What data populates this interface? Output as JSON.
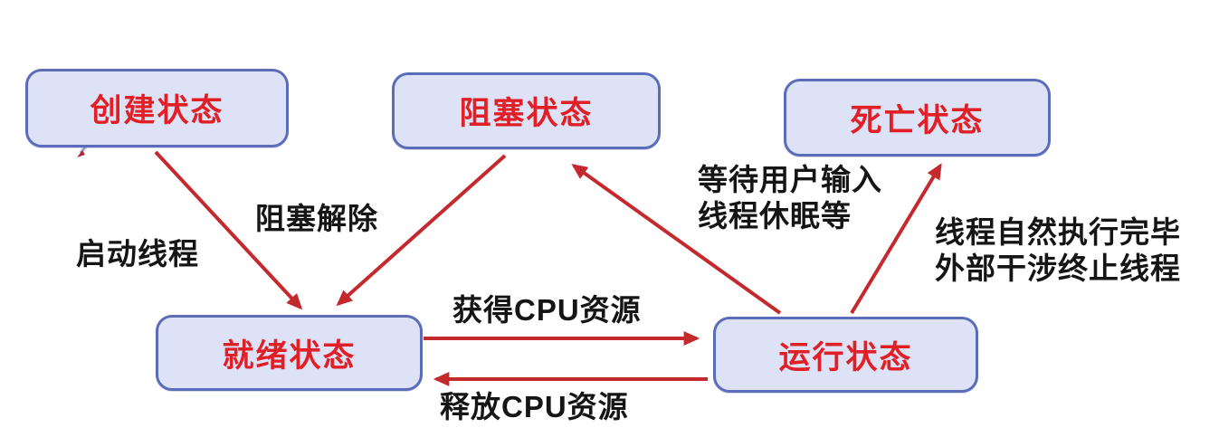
{
  "diagram": {
    "nodes": [
      {
        "id": "created",
        "label": "创建状态"
      },
      {
        "id": "blocked",
        "label": "阻塞状态"
      },
      {
        "id": "dead",
        "label": "死亡状态"
      },
      {
        "id": "ready",
        "label": "就绪状态"
      },
      {
        "id": "running",
        "label": "运行状态"
      }
    ],
    "edges": [
      {
        "from": "创建状态",
        "to": "就绪状态",
        "label": "启动线程"
      },
      {
        "from": "阻塞状态",
        "to": "就绪状态",
        "label": "阻塞解除"
      },
      {
        "from": "就绪状态",
        "to": "运行状态",
        "label": "获得CPU资源"
      },
      {
        "from": "运行状态",
        "to": "就绪状态",
        "label": "释放CPU资源"
      },
      {
        "from": "运行状态",
        "to": "阻塞状态",
        "label": "等待用户输入\n线程休眠等"
      },
      {
        "from": "运行状态",
        "to": "死亡状态",
        "label": "线程自然执行完毕\n外部干涉终止线程"
      }
    ],
    "colors": {
      "background": "#ffffff",
      "node_fill": "#dde2f6",
      "node_border": "#5b6cb9",
      "node_text": "#e01f26",
      "arrow": "#c4292e",
      "edge_label_text": "#151515"
    }
  }
}
